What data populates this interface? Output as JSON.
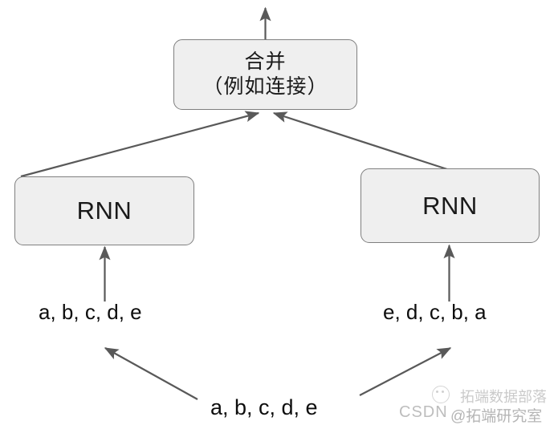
{
  "diagram": {
    "title": "Bidirectional RNN merge diagram",
    "nodes": {
      "merge": {
        "line1": "合并",
        "line2": "（例如连接）"
      },
      "rnn_left": {
        "label": "RNN"
      },
      "rnn_right": {
        "label": "RNN"
      }
    },
    "labels": {
      "sequence_forward": "a, b, c, d, e",
      "sequence_reversed": "e, d, c, b, a",
      "sequence_source": "a, b, c, d, e"
    },
    "colors": {
      "box_fill": "#efefef",
      "box_border": "#7f7f7f",
      "arrow": "#595959",
      "text": "#1a1a1a",
      "watermark": "#c6c6c6",
      "background": "#ffffff"
    },
    "arrows": [
      {
        "name": "output-arrow",
        "from": "merge-top",
        "to": "output"
      },
      {
        "name": "rnn-left-to-merge",
        "from": "rnn-left-top",
        "to": "merge-bottom"
      },
      {
        "name": "rnn-right-to-merge",
        "from": "rnn-right-top",
        "to": "merge-bottom"
      },
      {
        "name": "forward-seq-to-rnn-left",
        "from": "sequence-forward",
        "to": "rnn-left-bottom"
      },
      {
        "name": "reversed-seq-to-rnn-right",
        "from": "sequence-reversed",
        "to": "rnn-right-bottom"
      },
      {
        "name": "source-to-forward-seq",
        "from": "sequence-source",
        "to": "sequence-forward"
      },
      {
        "name": "source-to-reversed-seq",
        "from": "sequence-source",
        "to": "sequence-reversed"
      }
    ]
  },
  "watermark": {
    "csdn": "CSDN",
    "handle": "@拓端研究室",
    "brand": "拓端数据部落",
    "logo_icon": "circle-logo-icon"
  }
}
